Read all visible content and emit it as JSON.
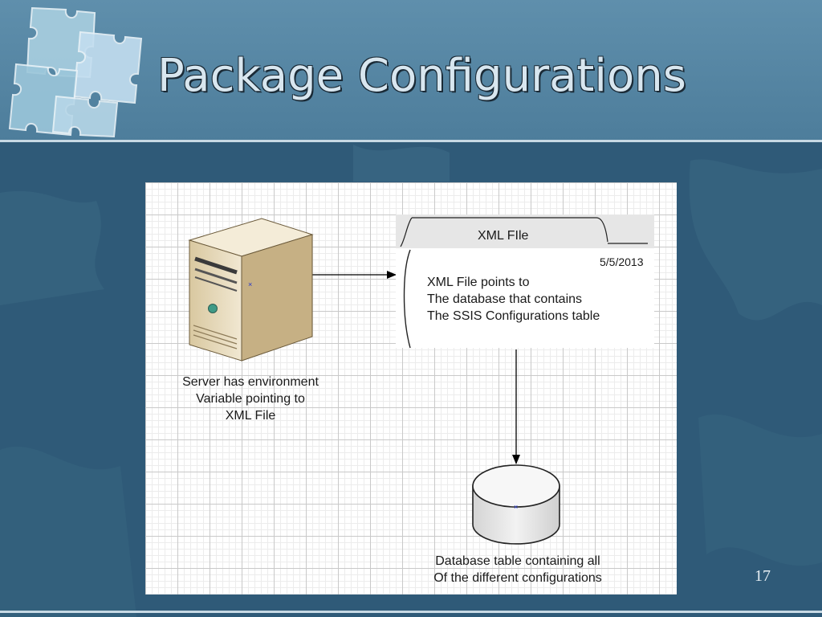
{
  "slide": {
    "title": "Package Configurations",
    "number": "17"
  },
  "diagram": {
    "server": {
      "icon": "server-tower-icon",
      "label_lines": [
        "Server has environment",
        "Variable pointing to",
        "XML File"
      ]
    },
    "xml_file": {
      "icon": "document-card-icon",
      "title": "XML FIle",
      "date": "5/5/2013",
      "body_lines": [
        "XML File points to",
        "The database that contains",
        "The SSIS Configurations table"
      ]
    },
    "database": {
      "icon": "database-cylinder-icon",
      "label_lines": [
        "Database table containing all",
        "Of the different configurations"
      ]
    },
    "connectors": [
      {
        "from": "server",
        "to": "xml_file"
      },
      {
        "from": "xml_file",
        "to": "database"
      }
    ]
  },
  "colors": {
    "background": "#2f5a78",
    "title_text": "#d8e6ef",
    "server_front": "#e9dcc0",
    "server_side": "#c9b48c",
    "grid": "#c9c9c9"
  }
}
